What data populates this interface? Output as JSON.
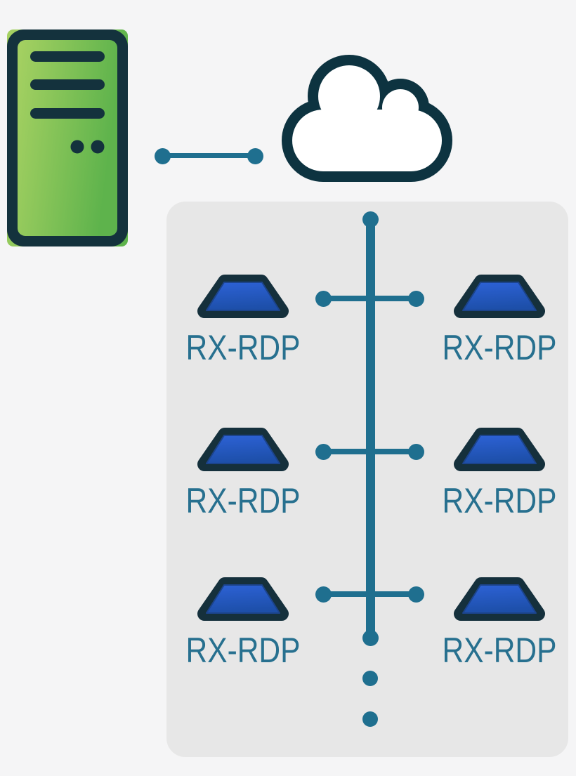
{
  "diagram": {
    "server": {
      "icon": "server-tower-icon"
    },
    "cloud": {
      "icon": "cloud-icon"
    },
    "link_server_cloud": {
      "style": "teal-line-with-end-dots"
    },
    "panel": {
      "devices": [
        {
          "label": "RX-RDP"
        },
        {
          "label": "RX-RDP"
        },
        {
          "label": "RX-RDP"
        },
        {
          "label": "RX-RDP"
        },
        {
          "label": "RX-RDP"
        },
        {
          "label": "RX-RDP"
        }
      ],
      "ellipsis_dot_count": 3
    }
  },
  "colors": {
    "background": "#f5f5f6",
    "panel": "#e7e7e7",
    "navy_outline": "#0d3340",
    "teal_line": "#1f6f8f",
    "label_text": "#27708f",
    "server_green_light": "#a6d162",
    "server_green_dark": "#5eb34c",
    "device_blue_light": "#2d62d6",
    "device_blue_dark": "#1d4fa9"
  }
}
